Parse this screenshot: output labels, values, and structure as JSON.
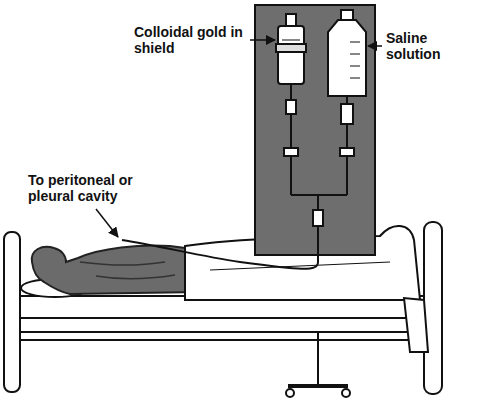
{
  "diagram": {
    "labels": [
      "Colloidal gold in shield",
      "Saline solution",
      "To peritoneal or pleural cavity"
    ]
  }
}
